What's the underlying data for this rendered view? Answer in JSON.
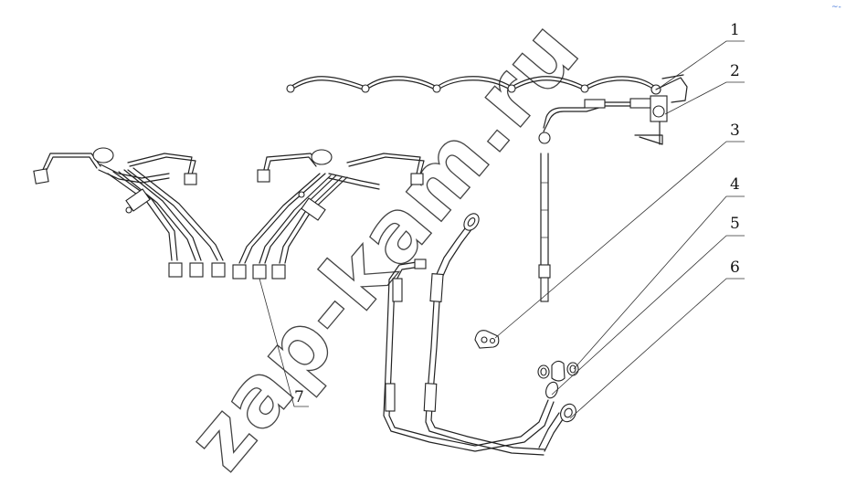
{
  "callouts": [
    {
      "label": "1"
    },
    {
      "label": "2"
    },
    {
      "label": "3"
    },
    {
      "label": "4"
    },
    {
      "label": "5"
    },
    {
      "label": "6"
    },
    {
      "label": "7"
    }
  ],
  "watermark": "zap-kam.ru",
  "corner_mark": "~-"
}
